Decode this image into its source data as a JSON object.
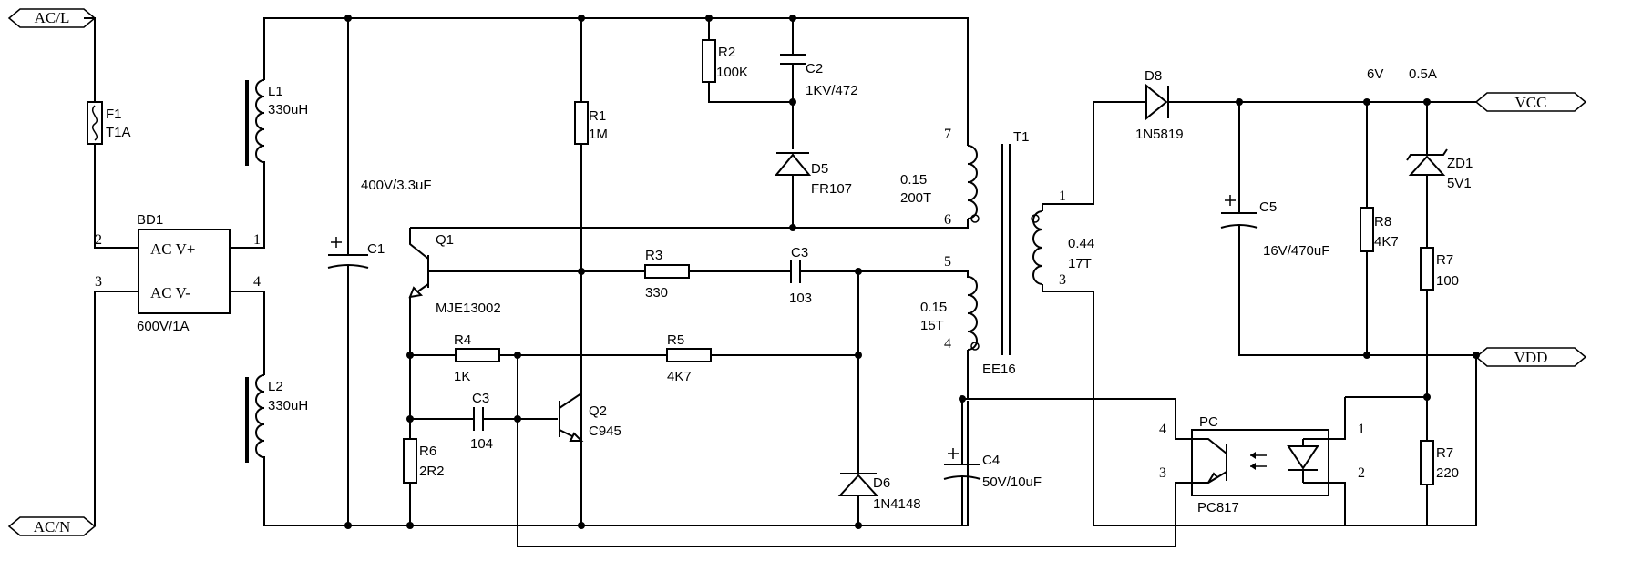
{
  "terminals": {
    "ac_l": "AC/L",
    "ac_n": "AC/N",
    "vcc": "VCC",
    "vdd": "VDD"
  },
  "output_rating": {
    "voltage": "6V",
    "current": "0.5A"
  },
  "fuse": {
    "ref": "F1",
    "value": "T1A"
  },
  "bridge": {
    "ref": "BD1",
    "line1": "AC  V+",
    "line2": "AC  V-",
    "rating": "600V/1A",
    "pin1": "1",
    "pin2": "2",
    "pin3": "3",
    "pin4": "4"
  },
  "inductors": {
    "l1_ref": "L1",
    "l1_value": "330uH",
    "l2_ref": "L2",
    "l2_value": "330uH"
  },
  "capacitors": {
    "c1_ref": "C1",
    "c1_value": "400V/3.3uF",
    "c2_ref": "C2",
    "c2_value": "1KV/472",
    "c3a_ref": "C3",
    "c3a_value": "103",
    "c3b_ref": "C3",
    "c3b_value": "104",
    "c4_ref": "C4",
    "c4_value": "50V/10uF",
    "c5_ref": "C5",
    "c5_value": "16V/470uF"
  },
  "resistors": {
    "r1_ref": "R1",
    "r1_value": "1M",
    "r2_ref": "R2",
    "r2_value": "100K",
    "r3_ref": "R3",
    "r3_value": "330",
    "r4_ref": "R4",
    "r4_value": "1K",
    "r5_ref": "R5",
    "r5_value": "4K7",
    "r6_ref": "R6",
    "r6_value": "2R2",
    "r7a_ref": "R7",
    "r7a_value": "100",
    "r7b_ref": "R7",
    "r7b_value": "220",
    "r8_ref": "R8",
    "r8_value": "4K7"
  },
  "diodes": {
    "d5_ref": "D5",
    "d5_value": "FR107",
    "d6_ref": "D6",
    "d6_value": "1N4148",
    "d8_ref": "D8",
    "d8_value": "1N5819",
    "zd1_ref": "ZD1",
    "zd1_value": "5V1"
  },
  "transistors": {
    "q1_ref": "Q1",
    "q1_value": "MJE13002",
    "q2_ref": "Q2",
    "q2_value": "C945"
  },
  "transformer": {
    "ref": "T1",
    "core": "EE16",
    "pin7": "7",
    "pin6": "6",
    "pin5": "5",
    "pin4": "4",
    "pin1": "1",
    "pin3": "3",
    "primary_wire": "0.15",
    "primary_turns": "200T",
    "aux_wire": "0.15",
    "aux_turns": "15T",
    "secondary_wire": "0.44",
    "secondary_turns": "17T"
  },
  "optocoupler": {
    "ref": "PC",
    "part": "PC817",
    "pin1": "1",
    "pin2": "2",
    "pin3": "3",
    "pin4": "4"
  }
}
